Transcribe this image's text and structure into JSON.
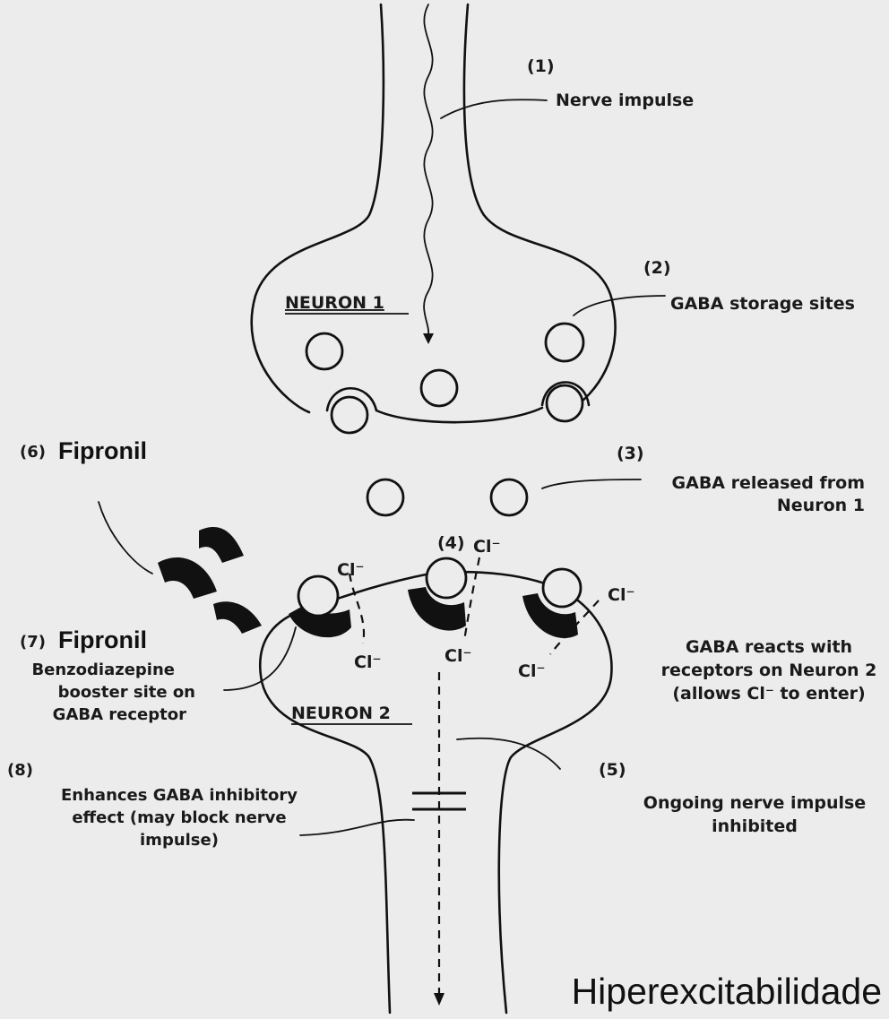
{
  "labels": {
    "nerve_impulse": {
      "num": "(1)",
      "text": "Nerve impulse"
    },
    "gaba_storage": {
      "num": "(2)",
      "text": "GABA storage sites"
    },
    "gaba_released": {
      "num": "(3)",
      "lines": [
        "GABA released from",
        "Neuron 1"
      ]
    },
    "gaba_reacts": {
      "num": "(4)",
      "lines": [
        "GABA reacts with",
        "receptors on Neuron 2",
        "(allows Cl⁻ to enter)"
      ]
    },
    "ongoing_impulse": {
      "num": "(5)",
      "lines": [
        "Ongoing nerve impulse",
        "inhibited"
      ]
    },
    "fipronil_6": {
      "num": "(6)",
      "text": "Fipronil"
    },
    "fipronil_7": {
      "num": "(7)",
      "text": "Fipronil"
    },
    "benzodiazepine": {
      "lines": [
        "Benzodiazepine",
        "booster site on",
        "GABA receptor"
      ]
    },
    "enhances": {
      "num": "(8)",
      "lines": [
        "Enhances GABA inhibitory",
        "effect (may block nerve",
        "impulse)"
      ]
    }
  },
  "neurons": {
    "neuron1": "NEURON 1",
    "neuron2": "NEURON 2"
  },
  "ion": {
    "chloride": "Cl⁻"
  },
  "watermark": "Hiperexcitabilidade"
}
